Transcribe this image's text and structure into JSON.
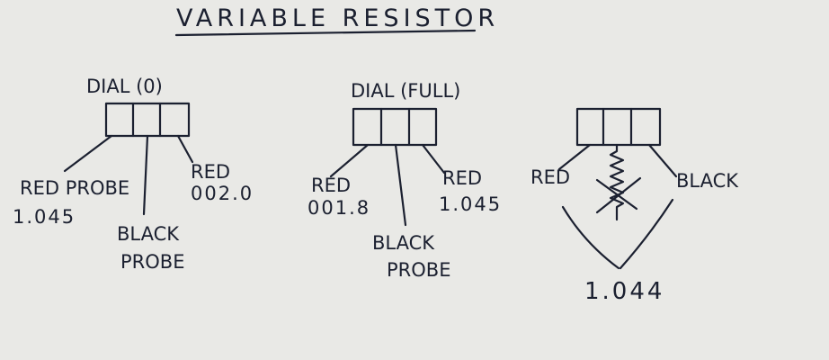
{
  "title": "VARIABLE RESISTOR",
  "diagrams": [
    {
      "dial_label": "DIAL (0)",
      "left_lines": [
        "RED PROBE",
        "1.045"
      ],
      "bottom_lines": [
        "BLACK",
        "PROBE"
      ],
      "right_lines": [
        "RED",
        "002.0"
      ]
    },
    {
      "dial_label": "DIAL (FULL)",
      "left_lines": [
        "RED",
        "001.8"
      ],
      "bottom_lines": [
        "BLACK",
        "PROBE"
      ],
      "right_lines": [
        "RED",
        "1.045"
      ]
    },
    {
      "left_label": "RED",
      "right_label": "BLACK",
      "reading": "1.044"
    }
  ],
  "colors": {
    "paper": "#e9e9e6",
    "ink": "#1b2030"
  }
}
